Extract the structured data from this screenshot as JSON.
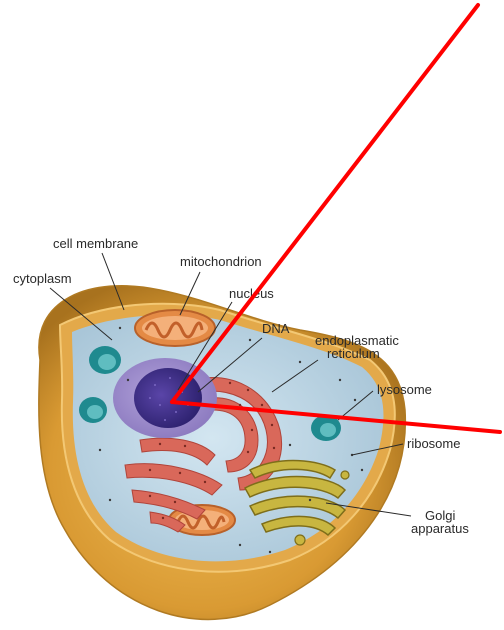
{
  "diagram": {
    "labels": {
      "cell_membrane": "cell membrane",
      "cytoplasm": "cytoplasm",
      "mitochondrion": "mitochondrion",
      "nucleus": "nucleus",
      "dna": "DNA",
      "er_line1": "endoplasmatic",
      "er_line2": "reticulum",
      "lysosome": "lysosome",
      "ribosome": "ribosome",
      "golgi_line1": "Golgi",
      "golgi_line2": "apparatus"
    },
    "colors": {
      "membrane": "#E0A33C",
      "membrane_dark": "#B97F22",
      "cytoplasm": "#BFD7E6",
      "nucleus_envelope": "#9C8CC8",
      "nucleoplasm": "#3E2F8F",
      "er": "#D9685A",
      "mitochondrion": "#E48A45",
      "golgi": "#9C8B2A",
      "lysosome": "#1F8A8F",
      "annotation": "#FF0000"
    }
  }
}
